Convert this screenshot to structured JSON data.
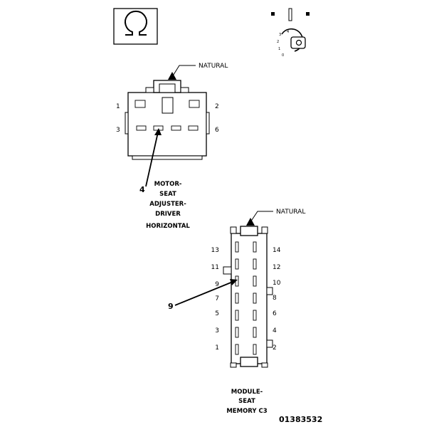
{
  "icons": {
    "ohm_symbol": "ohm-icon",
    "key_position": "ignition-key-icon"
  },
  "connector_a": {
    "pin_labels": [
      "1",
      "2",
      "3",
      "6"
    ],
    "natural_label": "NATURAL",
    "callout_number": "4",
    "name_lines": [
      "MOTOR-",
      "SEAT",
      "ADJUSTER-",
      "DRIVER",
      "HORIZONTAL"
    ]
  },
  "connector_b": {
    "left_pins": [
      "13",
      "11",
      "9",
      "7",
      "5",
      "3",
      "1"
    ],
    "right_pins": [
      "14",
      "12",
      "10",
      "8",
      "6",
      "4",
      "2"
    ],
    "natural_label": "NATURAL",
    "callout_number": "9",
    "name_lines": [
      "MODULE-",
      "SEAT",
      "MEMORY C3"
    ]
  },
  "figure_id": "01383532"
}
